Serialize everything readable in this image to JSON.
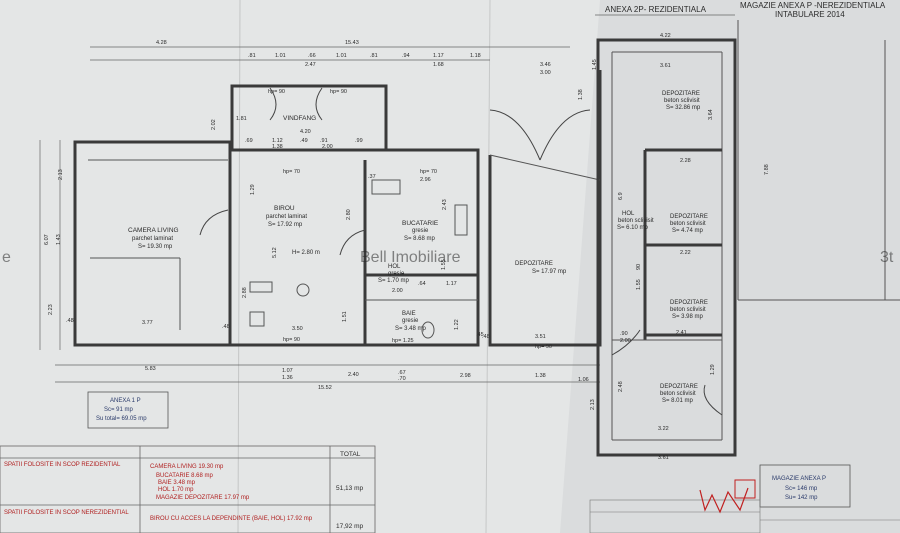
{
  "header": {
    "annex2p": "ANEXA 2P- REZIDENTIALA",
    "magazie_line1": "MAGAZIE ANEXA P -NEREZIDENTIALA",
    "magazie_line2": "INTABULARE 2014"
  },
  "watermark": "Bell Imobiliare",
  "watermark_left": "e",
  "watermark_right": "3t",
  "dims": {
    "top_4_28": "4.28",
    "top_15_43": "15.43",
    "top_81": ".81",
    "top_1_01": "1.01",
    "top_66": ".66",
    "top_1_01b": "1.01",
    "top_81b": ".81",
    "top_94": ".94",
    "top_1_17": "1.17",
    "top_1_18": "1.18",
    "top_2_47": "2.47",
    "top_1_68": "1.68",
    "r_4_22": "4.22",
    "r_3_61": "3.61",
    "r_3_46": "3.46",
    "r_3_00": "3.00",
    "left_2_13": "2.13",
    "left_6_07": "6.07",
    "left_1_43": "1.43",
    "left_2_23": "2.23",
    "vf_2_02": "2.02",
    "vf_1_81": "1.81",
    "vf_4_20": "4.20",
    "vf_69": ".69",
    "vf_1_12": "1.12",
    "vf_49": ".49",
    "vf_91": ".91",
    "vf_99": ".99",
    "vf_1_38": "1.38",
    "vf_2_00": "2.00",
    "bot_5_83": "5.83",
    "bot_1_07": "1.07",
    "bot_1_36": "1.36",
    "bot_2_40": "2.40",
    "bot_67": ".67",
    "bot_70": ".70",
    "bot_2_98": "2.98",
    "bot_1_38": "1.38",
    "bot_1_06": "1.06",
    "bot_15_52": "15.52",
    "in_48": ".48",
    "in_3_77": "3.77",
    "in_48b": ".48",
    "in_3_50": "3.50",
    "in_48c": ".48",
    "in_3_51": "3.51",
    "in_45": ".45",
    "in_37": ".37",
    "in_2_96": "2.96",
    "in_2_80": "2.80",
    "in_1_29": "1.29",
    "in_5_12": "5.12",
    "in_2_88": "2.88",
    "in_1_51": "1.51",
    "in_2_43": "2.43",
    "in_1_22": "1.22",
    "in_1_55": "1.55",
    "in_1_17": "1.17",
    "in_64": ".64",
    "in_2_00": "2.00",
    "hol_6_9": "6.9",
    "hol_90": "90",
    "hol_2_28": "2.28",
    "hol_2_22": "2.22",
    "hol_2_41": "2.41",
    "hol_90b": ".90",
    "hol_2_00": "2.00",
    "hol_3_64": "3.64",
    "hol_1_55": "1.55",
    "hol_1_29": "1.29",
    "hol_2_48": "2.48",
    "hol_3_22": "3.22",
    "hol_3_61": "3.61",
    "hol_2_13": "2.13",
    "hol_7_88": "7.88",
    "hol_1_45": "1.45",
    "hol_1_38": "1.38"
  },
  "hp": {
    "vf_a": "hp= 90",
    "vf_b": "hp= 90",
    "birou": "hp= 70",
    "bucat": "hp= 70",
    "birou_bot": "hp= 90",
    "baie_bot": "hp= 1.25",
    "dep_bot": "hp= 90"
  },
  "rooms": {
    "vindfang": {
      "name": "VINDFANG"
    },
    "living": {
      "name": "CAMERA LIVING",
      "floor": "parchet laminat",
      "area": "S= 19.30 mp"
    },
    "birou": {
      "name": "BIROU",
      "floor": "parchet laminat",
      "area": "S= 17.92 mp",
      "height": "H= 2.80 m"
    },
    "bucatarie": {
      "name": "BUCATARIE",
      "floor": "gresie",
      "area": "S= 8.68 mp"
    },
    "hol_small": {
      "name": "HOL",
      "floor": "gresie",
      "area": "S= 1.70 mp"
    },
    "baie": {
      "name": "BAIE",
      "floor": "gresie",
      "area": "S= 3.48 mp"
    },
    "depozitare_main": {
      "name": "DEPOZITARE",
      "area": "S= 17.97 mp"
    },
    "dep1": {
      "name": "DEPOZITARE",
      "floor": "beton sclivisit",
      "area": "S= 32.86 mp"
    },
    "hol_right": {
      "name": "HOL",
      "floor": "beton sclivisit",
      "area": "S= 6.10 mp"
    },
    "dep2": {
      "name": "DEPOZITARE",
      "floor": "beton sclivisit",
      "area": "S= 4.74 mp"
    },
    "dep3": {
      "name": "DEPOZITARE",
      "floor": "beton sclivisit",
      "area": "S= 3.98 mp"
    },
    "dep4": {
      "name": "DEPOZITARE",
      "floor": "beton sclivisit",
      "area": "S= 8.01 mp"
    }
  },
  "anexa1p": {
    "title": "ANEXA 1 P",
    "sc": "Sc= 91 mp",
    "su": "Su total= 69.05 mp"
  },
  "magazie_box": {
    "title": "MAGAZIE ANEXA  P",
    "sc": "Sc= 146 mp",
    "su": "Su= 142 mp"
  },
  "table": {
    "total_header": "TOTAL",
    "row1_label": "SPATII FOLOSITE IN SCOP REZIDENTIAL",
    "row1_items": [
      "CAMERA LIVING  19.30 mp",
      "BUCATARIE  8.68 mp",
      "BAIE  3.48 mp",
      "HOL  1.70 mp",
      "MAGAZIE DEPOZITARE  17.97 mp"
    ],
    "row1_total": "51,13 mp",
    "row2_label": "SPATII FOLOSITE IN SCOP NEREZIDENTIAL",
    "row2_item": "BIROU CU ACCES LA DEPENDINTE (BAIE, HOL)  17.92 mp",
    "row2_total": "17,92 mp"
  }
}
